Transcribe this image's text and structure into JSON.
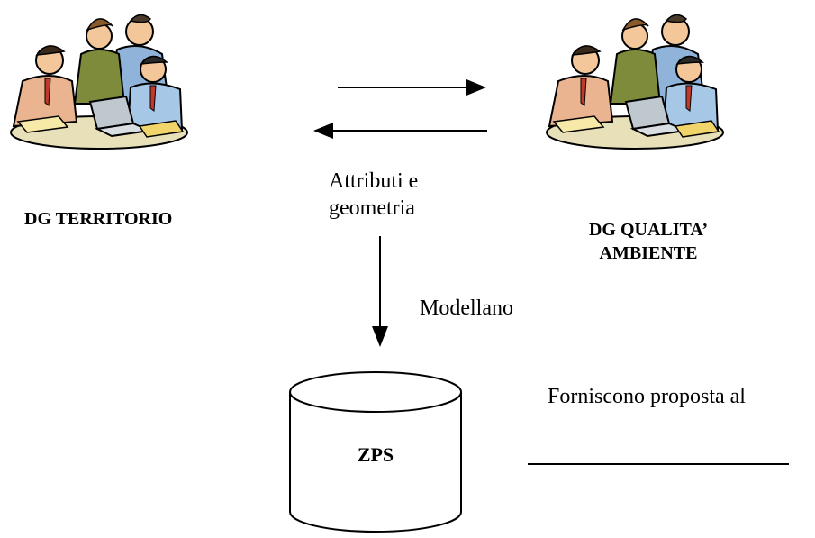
{
  "diagram": {
    "left_group": {
      "label": "DG TERRITORIO",
      "icon": "business-team-clipart"
    },
    "right_group": {
      "label_line1": "DG QUALITA’",
      "label_line2": "AMBIENTE",
      "icon": "business-team-clipart"
    },
    "exchange": {
      "label_line1": "Attributi e",
      "label_line2": "geometria"
    },
    "down_arrow": {
      "label": "Modellano"
    },
    "database": {
      "label": "ZPS"
    },
    "proposal": {
      "label": "Forniscono proposta al"
    }
  }
}
